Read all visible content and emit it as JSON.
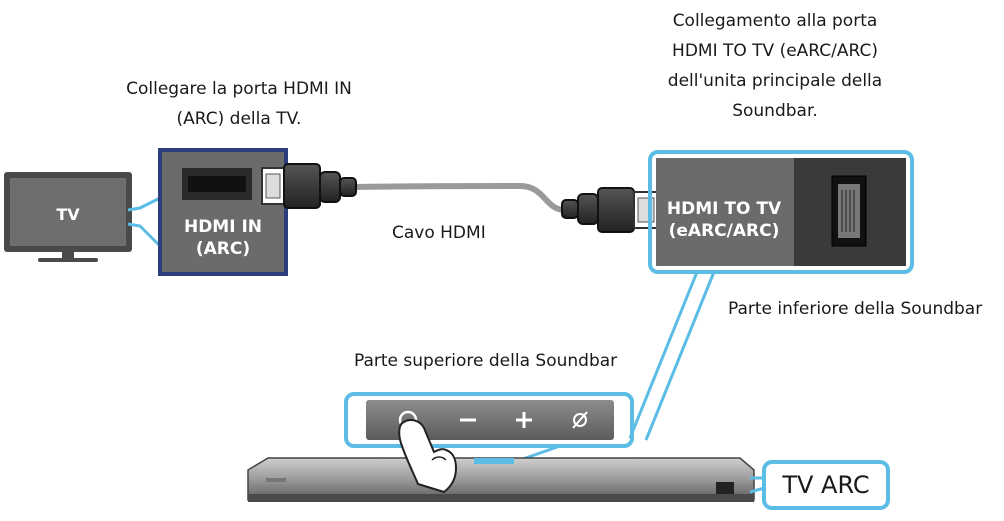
{
  "labels": {
    "tv": "TV",
    "tv_port_line1": "HDMI IN",
    "tv_port_line2": "(ARC)",
    "tv_instruction_line1": "Collegare la porta HDMI IN",
    "tv_instruction_line2": "(ARC) della TV.",
    "cable": "Cavo HDMI",
    "soundbar_instruction_line1": "Collegamento alla porta",
    "soundbar_instruction_line2": "HDMI TO TV (eARC/ARC)",
    "soundbar_instruction_line3": "dell'unita principale della",
    "soundbar_instruction_line4": "Soundbar.",
    "soundbar_port_line1": "HDMI TO TV",
    "soundbar_port_line2": "(eARC/ARC)",
    "soundbar_bottom": "Parte inferiore della Soundbar",
    "soundbar_top": "Parte superiore della Soundbar",
    "tv_arc_badge": "TV ARC"
  },
  "soundbar_buttons": [
    "power",
    "minus",
    "plus",
    "mic-off"
  ],
  "colors": {
    "accent_blue": "#5bbde6",
    "panel_gray": "#6b6b6b",
    "port_dark": "#2a2a2a"
  }
}
